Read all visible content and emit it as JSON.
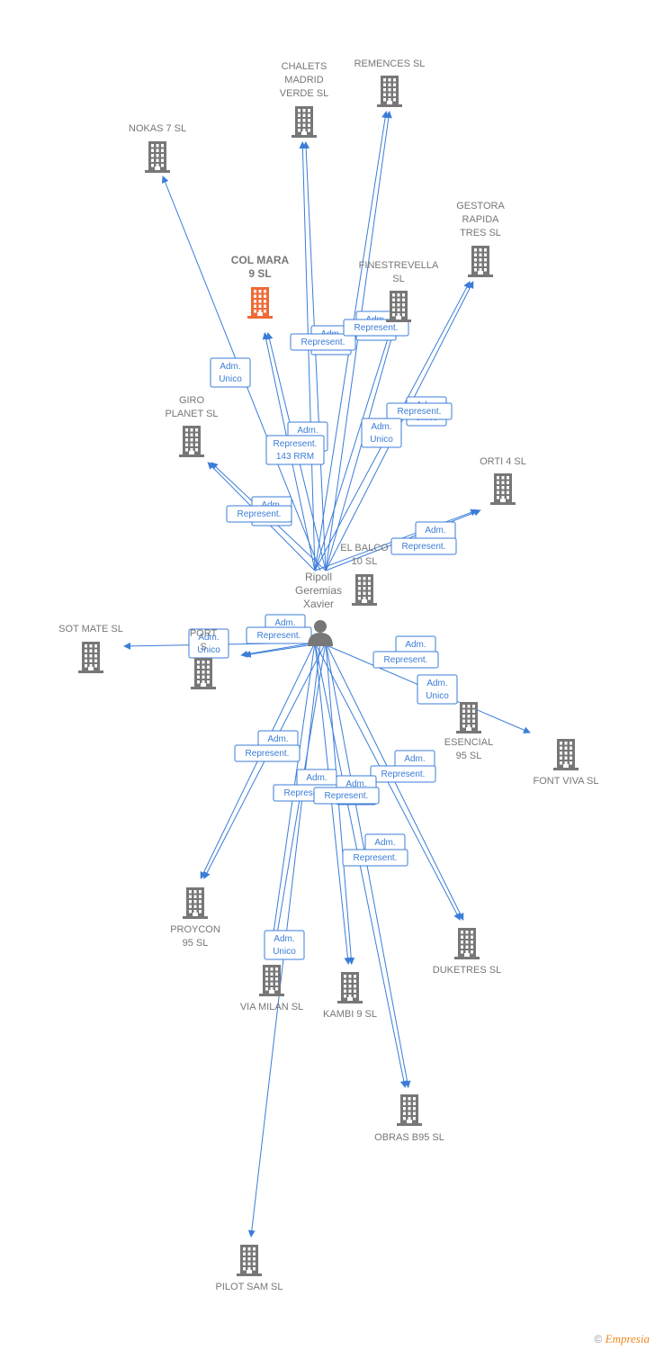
{
  "colors": {
    "edge": "#3b7dd8",
    "company": "#777777",
    "highlight": "#f06a35",
    "person": "#777777",
    "label": "#777777"
  },
  "center": {
    "name": [
      "Ripoll",
      "Geremias",
      "Xavier"
    ],
    "icon": "person-icon"
  },
  "companies": [
    {
      "id": "nokas7",
      "lines": [
        "NOKAS 7  SL"
      ],
      "icon": "building-icon"
    },
    {
      "id": "chalets",
      "lines": [
        "CHALETS",
        "MADRID",
        "VERDE  SL"
      ],
      "icon": "building-icon"
    },
    {
      "id": "remences",
      "lines": [
        "REMENCES  SL"
      ],
      "icon": "building-icon"
    },
    {
      "id": "gestora",
      "lines": [
        "GESTORA",
        "RAPIDA",
        "TRES  SL"
      ],
      "icon": "building-icon"
    },
    {
      "id": "colmara",
      "lines": [
        "COL MARA",
        "9  SL"
      ],
      "icon": "building-icon",
      "highlight": true
    },
    {
      "id": "finestrevella",
      "lines": [
        "FINESTREVELLA",
        "SL"
      ],
      "icon": "building-icon"
    },
    {
      "id": "giro",
      "lines": [
        "GIRO",
        "PLANET SL"
      ],
      "icon": "building-icon"
    },
    {
      "id": "orti4",
      "lines": [
        "ORTI 4  SL"
      ],
      "icon": "building-icon"
    },
    {
      "id": "elbalcon",
      "lines": [
        "EL BALCO",
        "10  SL"
      ],
      "icon": "building-icon"
    },
    {
      "id": "sotmate",
      "lines": [
        "SOT MATE SL"
      ],
      "icon": "building-icon"
    },
    {
      "id": "port",
      "lines": [
        "PORT",
        "S"
      ],
      "icon": "building-icon"
    },
    {
      "id": "esencial",
      "lines": [
        "ESENCIAL",
        "95 SL"
      ],
      "icon": "building-icon"
    },
    {
      "id": "fontviva",
      "lines": [
        "FONT VIVA SL"
      ],
      "icon": "building-icon"
    },
    {
      "id": "proycon",
      "lines": [
        "PROYCON",
        "95  SL"
      ],
      "icon": "building-icon"
    },
    {
      "id": "duketres",
      "lines": [
        "DUKETRES  SL"
      ],
      "icon": "building-icon"
    },
    {
      "id": "viamilan",
      "lines": [
        "VIA MILAN  SL"
      ],
      "icon": "building-icon"
    },
    {
      "id": "kambi9",
      "lines": [
        "KAMBI 9 SL"
      ],
      "icon": "building-icon"
    },
    {
      "id": "obrasb95",
      "lines": [
        "OBRAS B95  SL"
      ],
      "icon": "building-icon"
    },
    {
      "id": "pilotsam",
      "lines": [
        "PILOT SAM SL"
      ],
      "icon": "building-icon"
    }
  ],
  "edges": [
    {
      "to": "nokas7",
      "labels": [
        [
          "Adm.",
          "Unico"
        ]
      ]
    },
    {
      "to": "chalets",
      "labels": [
        [
          "Adm.",
          "Unico"
        ],
        [
          "Represent."
        ]
      ]
    },
    {
      "to": "remences",
      "labels": [
        [
          "Adm.",
          "Unico"
        ],
        [
          "Represent.",
          "143 RRM"
        ]
      ]
    },
    {
      "to": "gestora",
      "labels": [
        [
          "Adm.",
          "Unico"
        ],
        [
          "Represent."
        ]
      ]
    },
    {
      "to": "colmara",
      "labels": [
        [
          "Adm.",
          "Unico"
        ],
        [
          "Represent.",
          "143 RRM"
        ]
      ]
    },
    {
      "to": "finestrevella",
      "labels": [
        [
          "Adm.",
          "Unico"
        ],
        [
          "Represent."
        ]
      ]
    },
    {
      "to": "giro",
      "labels": [
        [
          "Adm.",
          "Unico"
        ],
        [
          "Represent."
        ]
      ]
    },
    {
      "to": "orti4",
      "labels": [
        [
          "Adm.",
          "Unico"
        ],
        [
          "Represent."
        ]
      ]
    },
    {
      "to": "port",
      "labels": [
        [
          "Adm.",
          "Unico"
        ],
        [
          "Represent."
        ]
      ]
    },
    {
      "to": "sotmate",
      "labels": [
        [
          "Adm.",
          "Unico"
        ]
      ]
    },
    {
      "to": "esencial",
      "labels": [
        [
          "Adm.",
          "Unico"
        ],
        [
          "Represent."
        ]
      ]
    },
    {
      "to": "fontviva",
      "labels": [
        [
          "Adm.",
          "Unico"
        ]
      ]
    },
    {
      "to": "proycon",
      "labels": [
        [
          "Adm.",
          "Unico"
        ],
        [
          "Represent."
        ]
      ]
    },
    {
      "to": "duketres",
      "labels": [
        [
          "Adm.",
          "Unico"
        ],
        [
          "Represent."
        ]
      ]
    },
    {
      "to": "viamilan",
      "labels": [
        [
          "Adm.",
          "Unico"
        ],
        [
          "Represent."
        ]
      ]
    },
    {
      "to": "kambi9",
      "labels": [
        [
          "Adm.",
          "Unico"
        ],
        [
          "Represent."
        ]
      ]
    },
    {
      "to": "obrasb95",
      "labels": [
        [
          "Adm.",
          "Unico"
        ],
        [
          "Represent."
        ]
      ]
    },
    {
      "to": "pilotsam",
      "labels": [
        [
          "Adm.",
          "Unico"
        ]
      ]
    }
  ],
  "footer": {
    "copyright": "©",
    "brand": "Empresia"
  }
}
